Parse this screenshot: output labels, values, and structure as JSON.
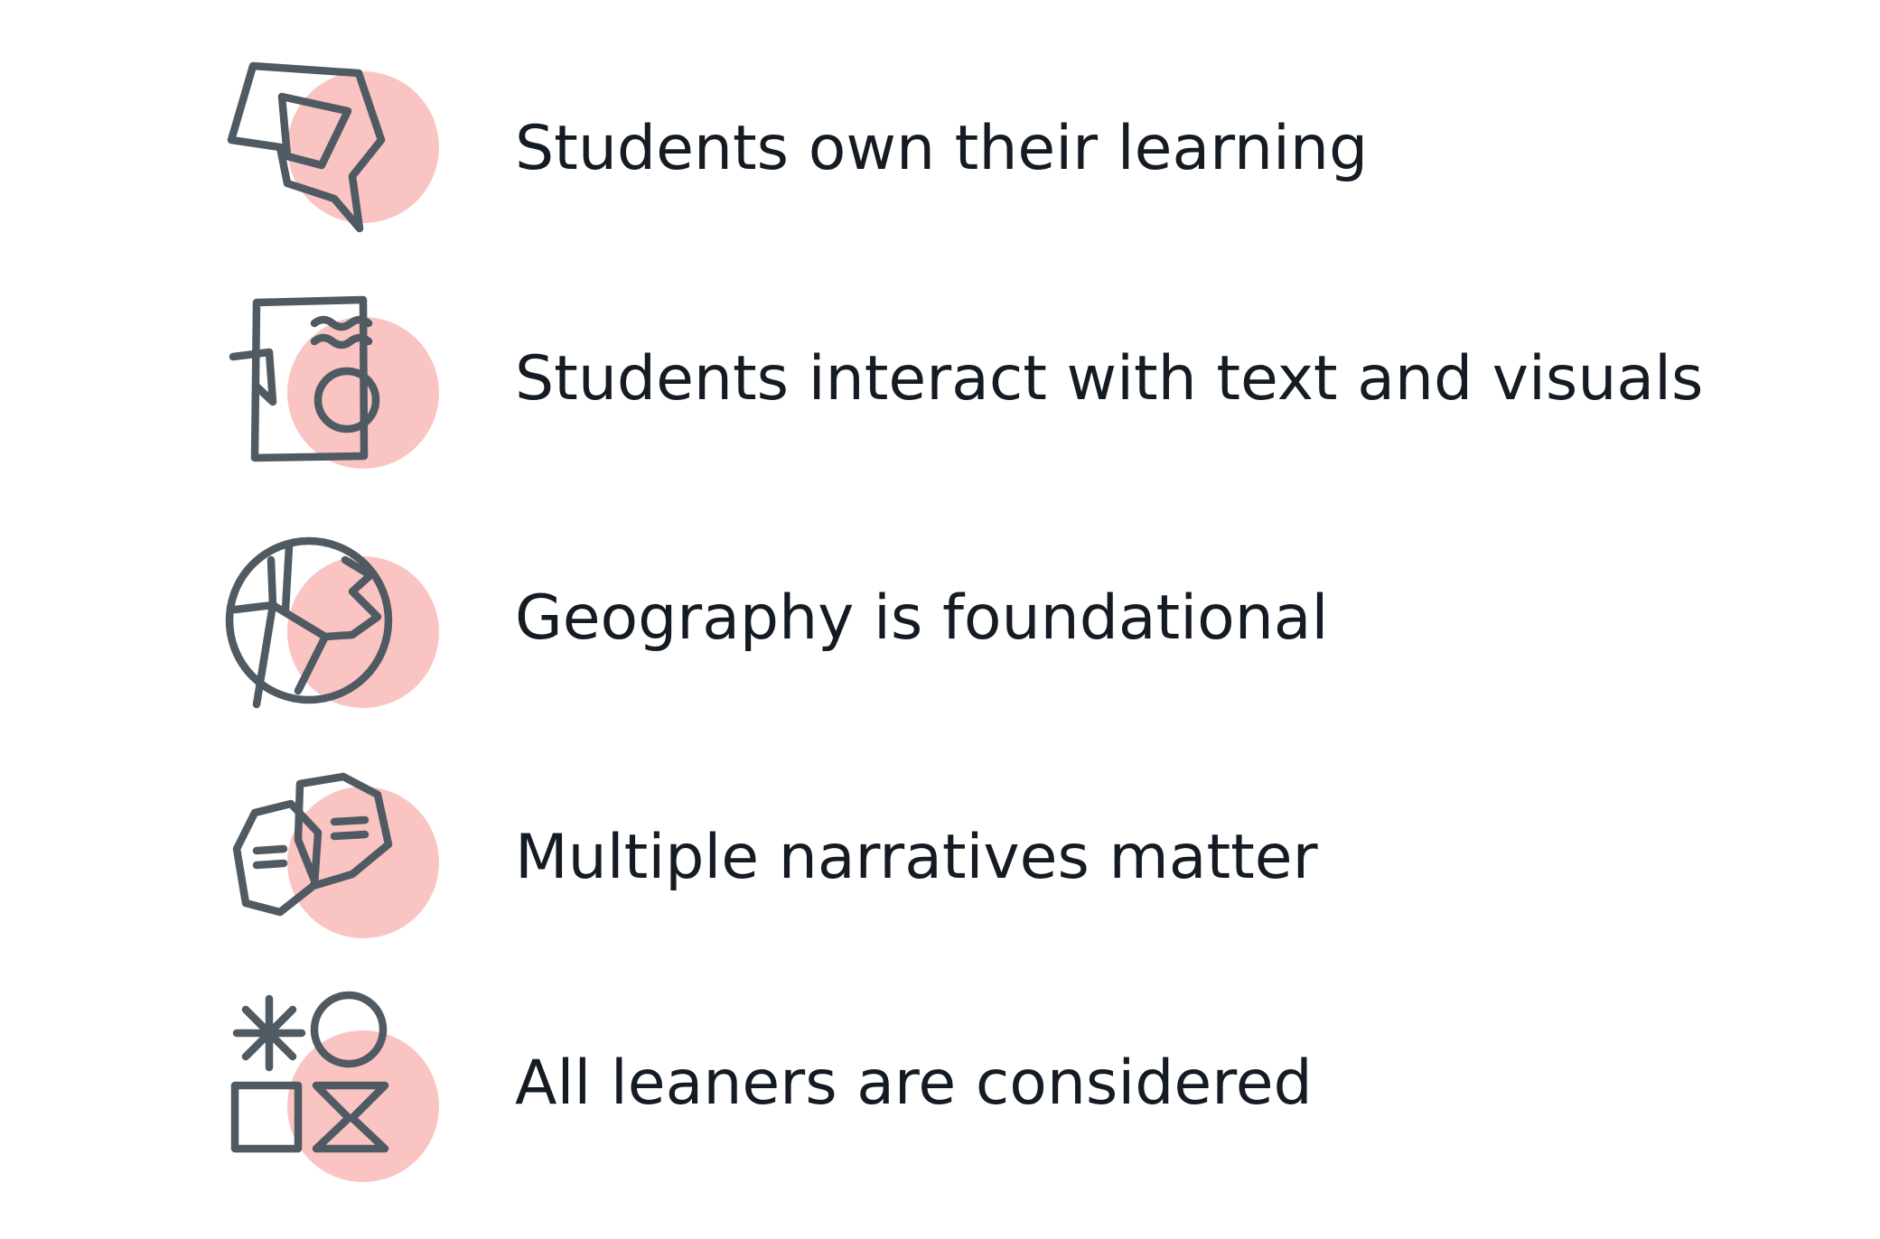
{
  "colors": {
    "background": "#ffffff",
    "text": "#151b22",
    "icon_stroke": "#4f5a62",
    "accent_circle": "#f9c4c2"
  },
  "principles": [
    {
      "label": "Students own their learning",
      "icon": "speech-bubble-icon"
    },
    {
      "label": "Students interact with text and visuals",
      "icon": "document-image-icon"
    },
    {
      "label": "Geography is foundational",
      "icon": "globe-icon"
    },
    {
      "label": "Multiple narratives matter",
      "icon": "overlapping-hexagons-icon"
    },
    {
      "label": "All leaners are considered",
      "icon": "mixed-shapes-icon"
    }
  ]
}
